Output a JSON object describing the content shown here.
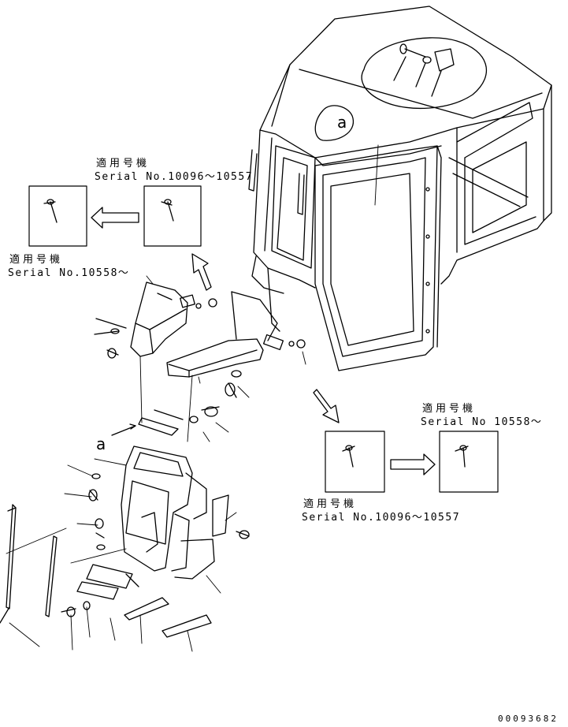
{
  "applicability_notes": {
    "top_left_source": {
      "label_ja": "適用号機",
      "serial": "Serial No.10096～10557"
    },
    "top_left_target": {
      "label_ja": "適用号機",
      "serial": "Serial No.10558～"
    },
    "bottom_right_target": {
      "label_ja": "適用号機",
      "serial": "Serial No 10558～"
    },
    "bottom_right_source": {
      "label_ja": "適用号機",
      "serial": "Serial No.10096～10557"
    }
  },
  "view_marker": {
    "top": "a",
    "left": "a"
  },
  "drawing_code": "00093682"
}
